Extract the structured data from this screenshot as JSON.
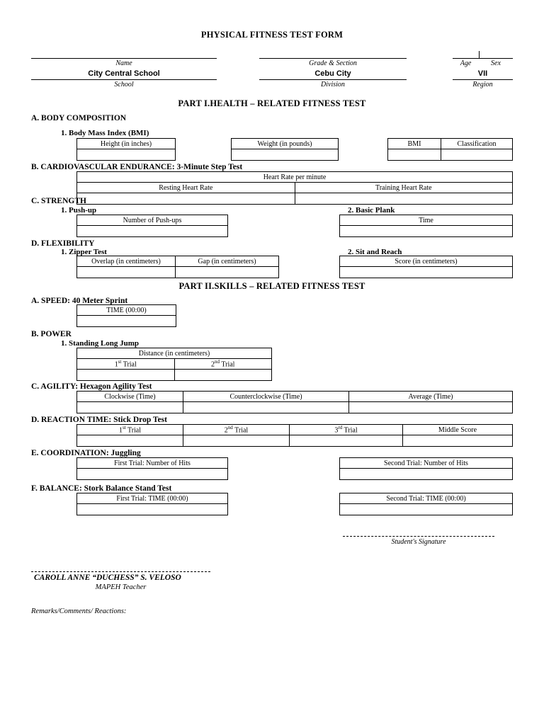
{
  "document": {
    "title": "PHYSICAL FITNESS TEST FORM"
  },
  "header": {
    "name_caption": "Name",
    "name_value": "",
    "grade_section_caption": "Grade & Section",
    "grade_section_value": "",
    "age_caption": "Age",
    "age_value": "",
    "sex_caption": "Sex",
    "sex_value": "",
    "school_caption": "School",
    "school_value": "City Central School",
    "division_caption": "Division",
    "division_value": "Cebu City",
    "region_caption": "Region",
    "region_value": "VII"
  },
  "part1": {
    "heading": "PART I.HEALTH – RELATED FITNESS TEST",
    "a": {
      "heading": "A. BODY COMPOSITION",
      "item1": "1. Body Mass Index (BMI)",
      "height_header": "Height (in inches)",
      "height_value": "",
      "weight_header": "Weight (in pounds)",
      "weight_value": "",
      "bmi_header": "BMI",
      "bmi_value": "",
      "classification_header": "Classification",
      "classification_value": ""
    },
    "b": {
      "heading": "B. CARDIOVASCULAR ENDURANCE: 3-Minute Step Test",
      "table_header": "Heart Rate per minute",
      "resting_header": "Resting Heart Rate",
      "resting_value": "",
      "training_header": "Training Heart Rate",
      "training_value": ""
    },
    "c": {
      "heading": "C. STRENGTH",
      "item1": "1. Push-up",
      "pushups_header": "Number of Push-ups",
      "pushups_value": "",
      "item2": "2. Basic Plank",
      "plank_header": "Time",
      "plank_value": ""
    },
    "d": {
      "heading": "D. FLEXIBILITY",
      "item1": "1. Zipper Test",
      "overlap_header": "Overlap (in centimeters)",
      "overlap_value": "",
      "gap_header": "Gap (in centimeters)",
      "gap_value": "",
      "item2": "2. Sit and Reach",
      "score_header": "Score (in centimeters)",
      "score_value": ""
    }
  },
  "part2": {
    "heading": "PART II.SKILLS – RELATED FITNESS TEST",
    "a": {
      "heading": "A. SPEED: 40 Meter Sprint",
      "time_header": "TIME (00:00)",
      "time_value": ""
    },
    "b": {
      "heading": "B. POWER",
      "item1": "1. Standing Long Jump",
      "distance_header": "Distance (in centimeters)",
      "trial1_header": "1",
      "trial1_sup": "st",
      "trial1_suffix": " Trial",
      "trial1_value": "",
      "trial2_header": "2",
      "trial2_sup": "nd",
      "trial2_suffix": " Trial",
      "trial2_value": ""
    },
    "c": {
      "heading": "C. AGILITY: Hexagon Agility Test",
      "clockwise_header": "Clockwise (Time)",
      "clockwise_value": "",
      "counterclockwise_header": "Counterclockwise (Time)",
      "counterclockwise_value": "",
      "average_header": "Average (Time)",
      "average_value": ""
    },
    "d": {
      "heading": "D. REACTION TIME: Stick Drop Test",
      "trial1_header": "1",
      "trial1_sup": "st",
      "trial1_suffix": " Trial",
      "trial1_value": "",
      "trial2_header": "2",
      "trial2_sup": "nd",
      "trial2_suffix": " Trial",
      "trial2_value": "",
      "trial3_header": "3",
      "trial3_sup": "rd",
      "trial3_suffix": " Trial",
      "trial3_value": "",
      "middle_header": "Middle Score",
      "middle_value": ""
    },
    "e": {
      "heading": "E. COORDINATION: Juggling",
      "first_header": "First Trial: Number of Hits",
      "first_value": "",
      "second_header": "Second Trial: Number of Hits",
      "second_value": ""
    },
    "f": {
      "heading": "F. BALANCE: Stork Balance Stand Test",
      "first_header": "First Trial: TIME (00:00)",
      "first_value": "",
      "second_header": "Second Trial: TIME (00:00)",
      "second_value": ""
    }
  },
  "footer": {
    "student_signature_caption": "Student's Signature",
    "student_signature_value": "",
    "teacher_name": "CAROLL ANNE “DUCHESS” S. VELOSO",
    "teacher_role": "MAPEH Teacher",
    "remarks_label": "Remarks/Comments/ Reactions:",
    "remarks_value": ""
  }
}
